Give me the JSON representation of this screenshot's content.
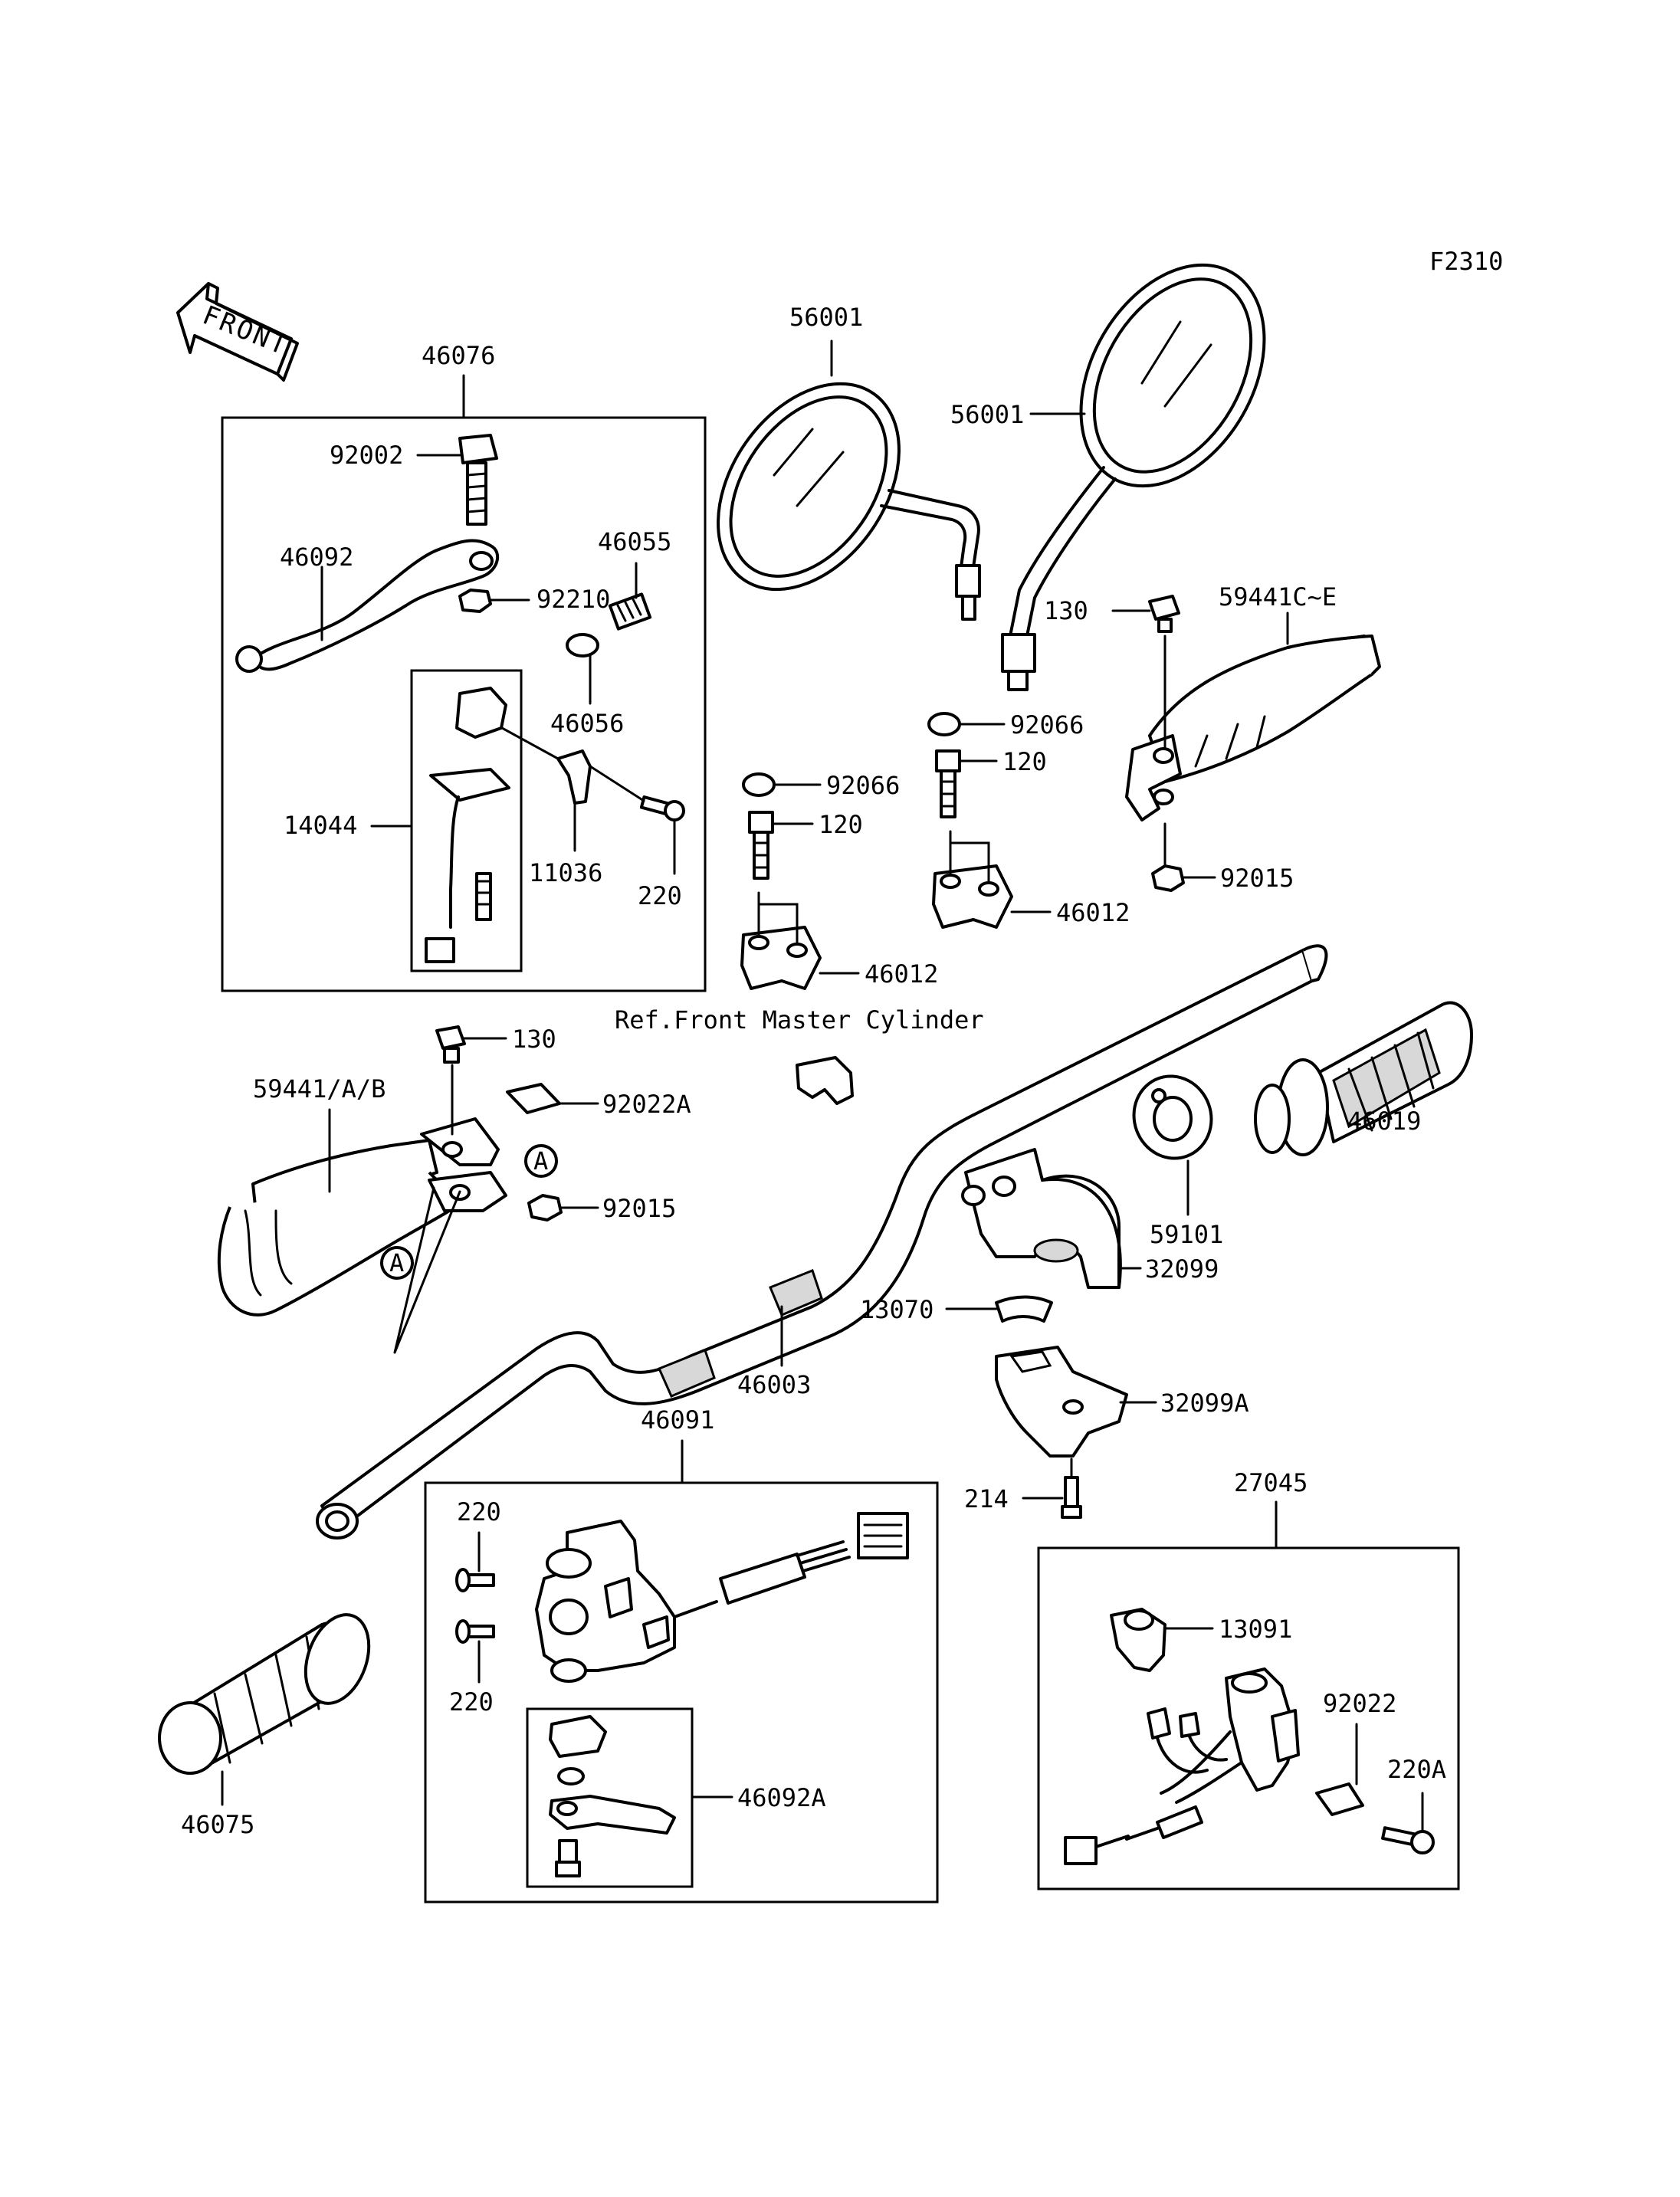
{
  "figure_code": "F2310",
  "front_arrow_label": "FRONT",
  "reference_note": "Ref.Front Master Cylinder",
  "callout_a": "A",
  "parts": {
    "p46076": "46076",
    "p92002": "92002",
    "p46092": "46092",
    "p92210": "92210",
    "p46055": "46055",
    "p46056": "46056",
    "p14044": "14044",
    "p11036": "11036",
    "p220_a": "220",
    "p56001_left": "56001",
    "p56001_right": "56001",
    "p130_right": "130",
    "p59441CE": "59441C~E",
    "p92066_right": "92066",
    "p120_right": "120",
    "p92066_left": "92066",
    "p120_left": "120",
    "p46012_right": "46012",
    "p46012_left": "46012",
    "p92015_right": "92015",
    "p130_left": "130",
    "p59441AB": "59441/A/B",
    "p92022A": "92022A",
    "p92015_left": "92015",
    "p46019": "46019",
    "p59101": "59101",
    "p32099": "32099",
    "p13070": "13070",
    "p46003": "46003",
    "p32099A": "32099A",
    "p46091": "46091",
    "p214": "214",
    "p27045": "27045",
    "p220_b": "220",
    "p220_c": "220",
    "p13091": "13091",
    "p92022": "92022",
    "p220A": "220A",
    "p46092A": "46092A",
    "p46075": "46075"
  }
}
